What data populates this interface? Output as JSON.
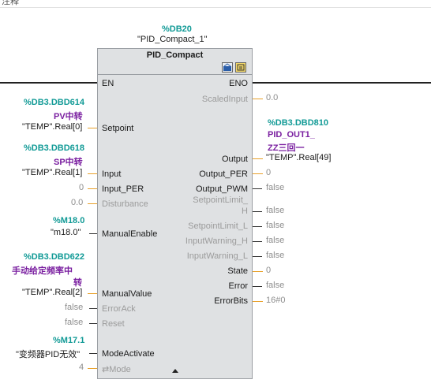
{
  "topbar": {
    "label": "注释"
  },
  "block": {
    "instance_db": "%DB20",
    "instance_name": "\"PID_Compact_1\"",
    "type": "PID_Compact"
  },
  "inputs": {
    "en": "EN",
    "setpoint": {
      "addr": "%DB3.DBD614",
      "comment": "PV中转",
      "tag": "\"TEMP\".Real[0]",
      "pin": "Setpoint"
    },
    "input": {
      "addr": "%DB3.DBD618",
      "comment": "SP中转",
      "tag": "\"TEMP\".Real[1]",
      "pin": "Input"
    },
    "input_per": {
      "value": "0",
      "pin": "Input_PER"
    },
    "disturbance": {
      "value": "0.0",
      "pin": "Disturbance"
    },
    "manual_enable": {
      "addr": "%M18.0",
      "tag": "\"m18.0\"",
      "pin": "ManualEnable"
    },
    "manual_value": {
      "addr": "%DB3.DBD622",
      "comment_line1": "手动给定频率中",
      "comment_line2": "转",
      "tag": "\"TEMP\".Real[2]",
      "pin": "ManualValue"
    },
    "error_ack": {
      "value": "false",
      "pin": "ErrorAck"
    },
    "reset": {
      "value": "false",
      "pin": "Reset"
    },
    "mode_activate": {
      "addr": "%M17.1",
      "tag": "\"变频器PID无效\"",
      "pin": "ModeActivate"
    },
    "mode": {
      "value": "4",
      "pin": "⇄Mode"
    }
  },
  "outputs": {
    "eno": "ENO",
    "scaled_input": {
      "pin": "ScaledInput",
      "value": "0.0"
    },
    "output": {
      "addr": "%DB3.DBD810",
      "comment_line1": "PID_OUT1_",
      "comment_line2": "ZZ三回一",
      "tag": "\"TEMP\".Real[49]",
      "pin": "Output"
    },
    "output_per": {
      "pin": "Output_PER",
      "value": "0"
    },
    "output_pwm": {
      "pin": "Output_PWM",
      "value": "false"
    },
    "setpoint_limit_h": {
      "pin_line1": "SetpointLimit_",
      "pin_line2": "H",
      "value": "false"
    },
    "setpoint_limit_l": {
      "pin": "SetpointLimit_L",
      "value": "false"
    },
    "input_warning_h": {
      "pin": "InputWarning_H",
      "value": "false"
    },
    "input_warning_l": {
      "pin": "InputWarning_L",
      "value": "false"
    },
    "state": {
      "pin": "State",
      "value": "0"
    },
    "error": {
      "pin": "Error",
      "value": "false"
    },
    "error_bits": {
      "pin": "ErrorBits",
      "value": "16#0"
    }
  },
  "colors": {
    "address": "#119a96",
    "comment": "#7a1fa0",
    "connector": "#e8a12b",
    "block_fill": "#dfe1e3"
  },
  "icons": [
    "block-online-icon",
    "block-protect-icon"
  ]
}
